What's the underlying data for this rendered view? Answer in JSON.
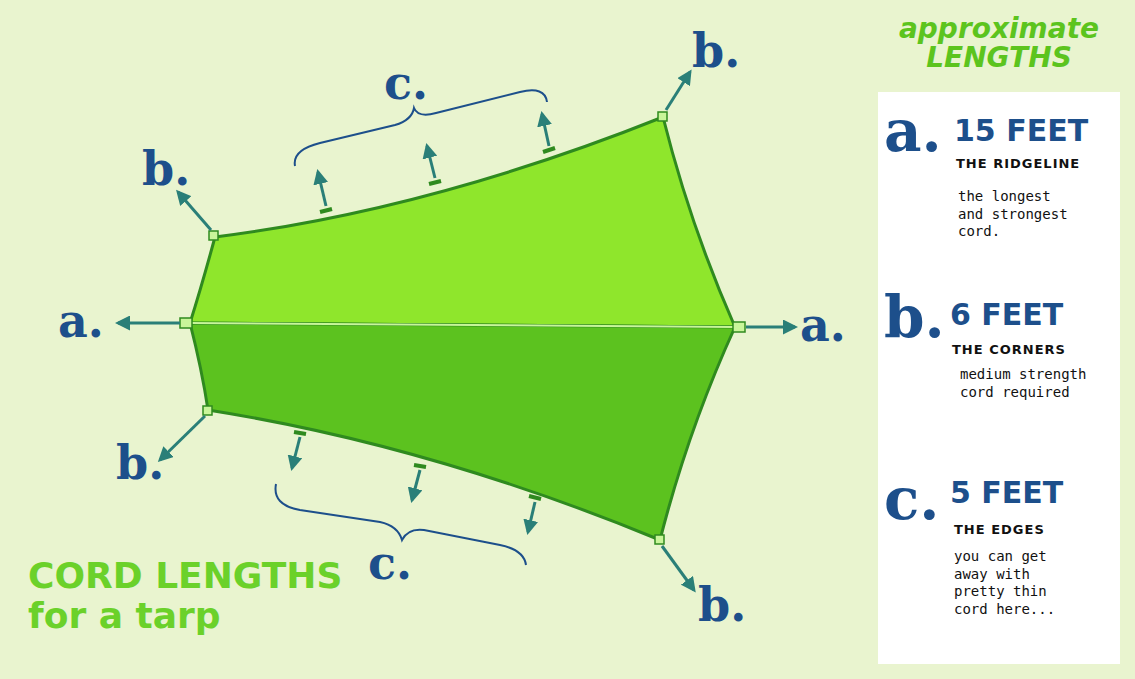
{
  "diagram": {
    "title": "CORD LENGTHS for a tarp",
    "nodes": [
      {
        "text": [
          "approximate LENGTHS",
          "a.",
          "15 FEET",
          "THE RIDGELINE",
          "the longest and strongest cord.",
          "b.",
          "6 FEET",
          "THE CORNERS",
          "medium strength cord required",
          "c.",
          "5 FEET",
          "THE EDGES",
          "you can get away with pretty thin cord here..."
        ]
      }
    ],
    "labels": [
      "b.",
      "c.",
      "b.",
      "a.",
      "a.",
      "b.",
      "c.",
      "b."
    ]
  }
}
